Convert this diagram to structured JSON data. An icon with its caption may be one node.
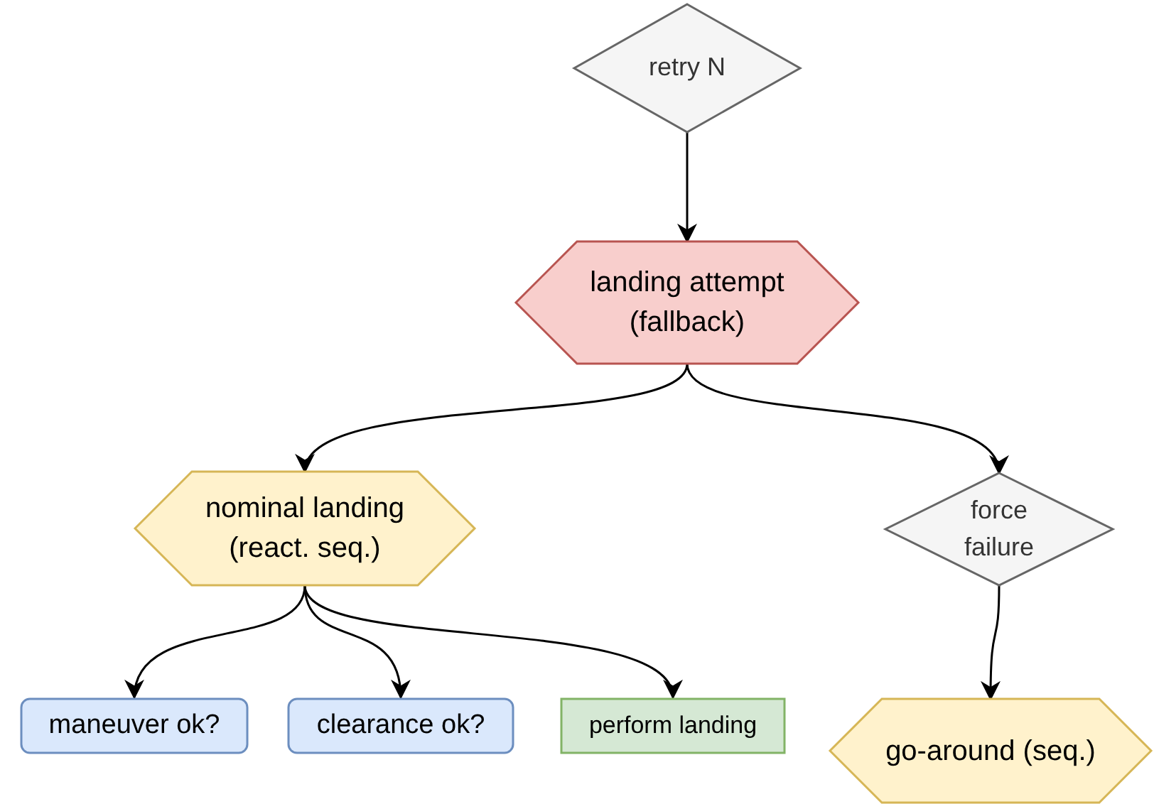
{
  "diagram": {
    "nodes": [
      {
        "text": [
          "retry N"
        ]
      },
      {
        "text": [
          "landing attempt (fallback)"
        ]
      },
      {
        "text": [
          "nominal landing (react. seq.)"
        ]
      },
      {
        "text": [
          "force failure"
        ]
      },
      {
        "text": [
          "maneuver ok?"
        ]
      },
      {
        "text": [
          "clearance ok?"
        ]
      },
      {
        "text": [
          "perform landing"
        ]
      },
      {
        "text": [
          "go-around (seq.)"
        ]
      }
    ],
    "edges": [
      {
        "from": 0,
        "to": 1,
        "arrow": "to"
      },
      {
        "from": 1,
        "to": 2,
        "arrow": "to"
      },
      {
        "from": 1,
        "to": 3,
        "arrow": "to"
      },
      {
        "from": 3,
        "to": 7,
        "arrow": "to"
      },
      {
        "from": 2,
        "to": 4,
        "arrow": "to"
      },
      {
        "from": 2,
        "to": 5,
        "arrow": "to"
      },
      {
        "from": 2,
        "to": 6,
        "arrow": "to"
      }
    ]
  }
}
